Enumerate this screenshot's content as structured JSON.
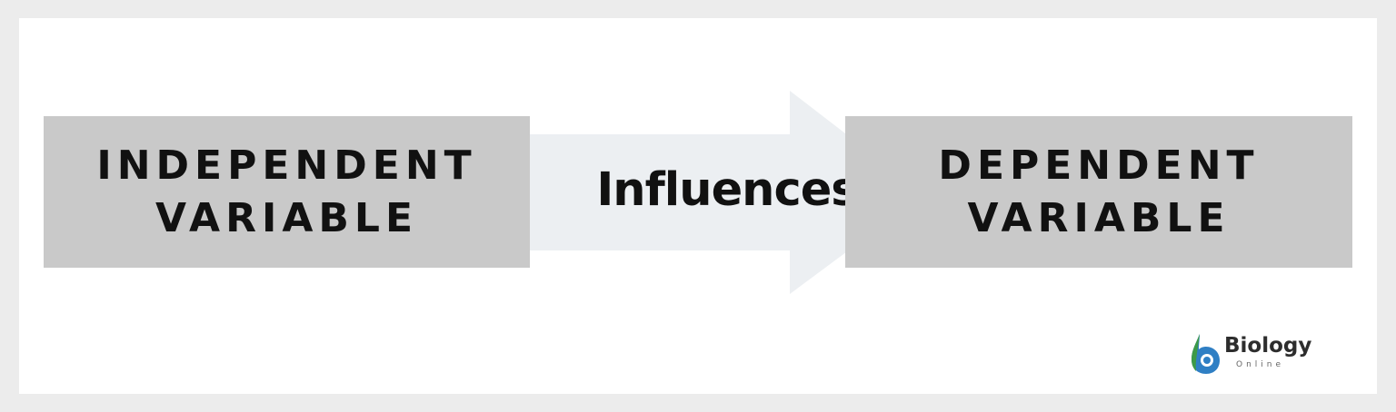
{
  "diagram": {
    "left_box": [
      "INDEPENDENT",
      "VARIABLE"
    ],
    "arrow_label": "Influences",
    "right_box": [
      "DEPENDENT",
      "VARIABLE"
    ]
  },
  "logo": {
    "word": "Biology",
    "sub": "Online"
  },
  "colors": {
    "page_background": "#ececec",
    "panel_background": "#ffffff",
    "box_fill": "#c9c9c9",
    "arrow_fill": "#eceff2",
    "text": "#111111",
    "logo_blue": "#2f7fc4",
    "logo_green": "#3d9a47"
  }
}
